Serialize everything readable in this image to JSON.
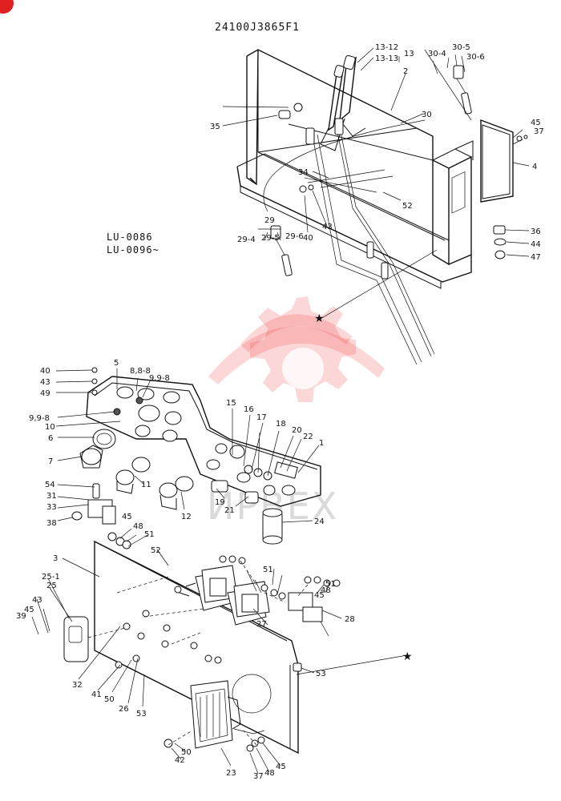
{
  "diagram": {
    "code": "24100J3865F1",
    "model_line1": "LU-0086",
    "model_line2": "LU-0096~",
    "watermark_text": "ИРВЕХ",
    "brand_color": "#e02020",
    "labels": [
      "1",
      "2",
      "3",
      "4",
      "5",
      "6",
      "7",
      "8,8-8",
      "9,9-8",
      "9,9-8",
      "10",
      "11",
      "12",
      "13",
      "13-12",
      "13-13",
      "15",
      "16",
      "17",
      "18",
      "19",
      "20",
      "21",
      "22",
      "23",
      "24",
      "25",
      "25-1",
      "26",
      "27",
      "28",
      "29",
      "29-4",
      "29-5",
      "29-6",
      "30",
      "30-4",
      "30-5",
      "30-6",
      "31",
      "32",
      "33",
      "34",
      "35",
      "36",
      "37",
      "37",
      "38",
      "39",
      "40",
      "40",
      "41",
      "42",
      "43",
      "43",
      "43",
      "44",
      "45",
      "45",
      "45",
      "45",
      "45",
      "47",
      "48",
      "48",
      "48",
      "49",
      "50",
      "50",
      "51",
      "51",
      "51",
      "52",
      "52",
      "53",
      "53",
      "54",
      "★",
      "★"
    ]
  }
}
